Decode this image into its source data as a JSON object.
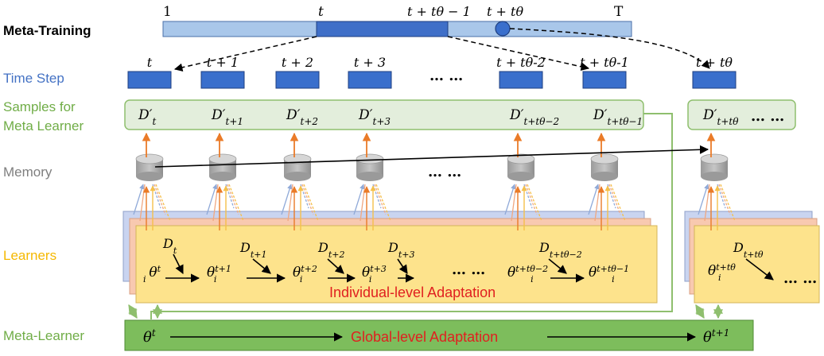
{
  "labels": {
    "meta_training": "Meta-Training",
    "time_step": "Time Step",
    "samples_line1": "Samples for",
    "samples_line2": "Meta Learner",
    "memory": "Memory",
    "learners": "Learners",
    "meta_learner": "Meta-Learner"
  },
  "timeline": {
    "start": "1",
    "t": "t",
    "t_plus_ttheta_minus_1": "t + tθ − 1",
    "t_plus_ttheta": "t + tθ",
    "end": "T"
  },
  "time_steps": [
    "t",
    "t + 1",
    "t + 2",
    "t + 3",
    "t + tθ-2",
    "t + tθ-1",
    "t + tθ"
  ],
  "ellipsis": "… …",
  "samples": [
    {
      "base": "D′",
      "sub": "t"
    },
    {
      "base": "D′",
      "sub": "t+1"
    },
    {
      "base": "D′",
      "sub": "t+2"
    },
    {
      "base": "D′",
      "sub": "t+3"
    },
    {
      "base": "D′",
      "sub": "t+tθ−2"
    },
    {
      "base": "D′",
      "sub": "t+tθ−1"
    },
    {
      "base": "D′",
      "sub": "t+tθ"
    }
  ],
  "learner_data": [
    {
      "base": "D",
      "sub": "t"
    },
    {
      "base": "D",
      "sub": "t+1"
    },
    {
      "base": "D",
      "sub": "t+2"
    },
    {
      "base": "D",
      "sub": "t+3"
    },
    {
      "base": "D",
      "sub": "t+tθ−2"
    },
    {
      "base": "D",
      "sub": "t+tθ"
    }
  ],
  "thetas": [
    {
      "sup": "t"
    },
    {
      "sup": "t+1"
    },
    {
      "sup": "t+2"
    },
    {
      "sup": "t+3"
    },
    {
      "sup": "t+tθ−2"
    },
    {
      "sup": "t+tθ−1"
    },
    {
      "sup": "t+tθ"
    }
  ],
  "theta_symbol": "θ",
  "theta_index": "i",
  "individual_adaptation": "Individual-level Adaptation",
  "global_adaptation": "Global-level Adaptation",
  "meta_theta_start": {
    "sup": "t"
  },
  "meta_theta_end": {
    "sup": "t+1"
  },
  "colors": {
    "timeline_light": "#a9c7ea",
    "timeline_dark": "#3f6fc8",
    "time_block": "#3a6fcc",
    "samples_fill": "#e3eedc",
    "samples_stroke": "#8fbf6e",
    "learner_front": "#fde38c",
    "learner_mid": "#f8c9b0",
    "learner_back": "#c9d4f0",
    "meta_fill": "#7dbd5c",
    "orange_arrow": "#ea7b28",
    "red_text": "#e02020",
    "label_blue": "#4472c4",
    "label_green": "#70ad47",
    "label_gray": "#7f7f7f",
    "label_yellow": "#f5b800"
  }
}
